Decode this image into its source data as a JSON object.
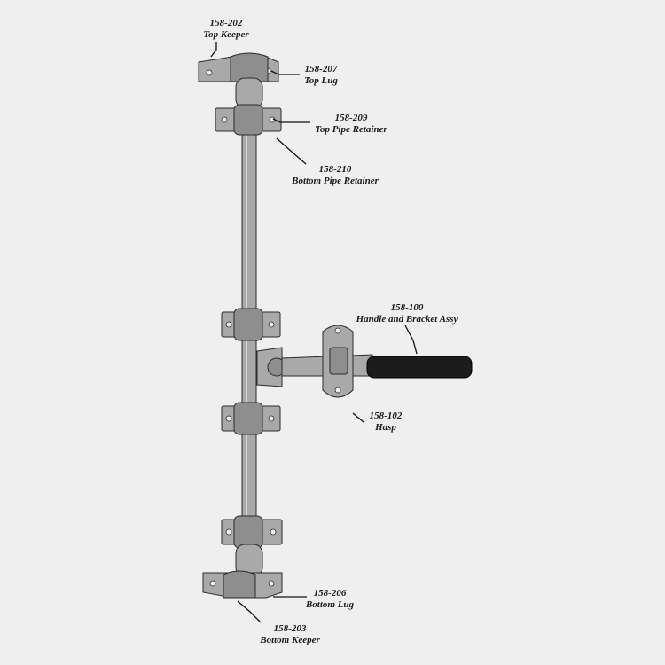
{
  "parts": {
    "top_keeper": {
      "number": "158-202",
      "name": "Top Keeper"
    },
    "top_lug": {
      "number": "158-207",
      "name": "Top Lug"
    },
    "top_pipe_retainer": {
      "number": "158-209",
      "name": "Top Pipe Retainer"
    },
    "bottom_pipe_retainer": {
      "number": "158-210",
      "name": "Bottom Pipe Retainer"
    },
    "handle_bracket": {
      "number": "158-100",
      "name": "Handle and Bracket Assy"
    },
    "hasp": {
      "number": "158-102",
      "name": "Hasp"
    },
    "bottom_lug": {
      "number": "158-206",
      "name": "Bottom Lug"
    },
    "bottom_keeper": {
      "number": "158-203",
      "name": "Bottom Keeper"
    }
  },
  "colors": {
    "background": "#efefef",
    "metal": "#a9a9a9",
    "handle_grip": "#1c1c1c",
    "text": "#1a1a1a"
  }
}
